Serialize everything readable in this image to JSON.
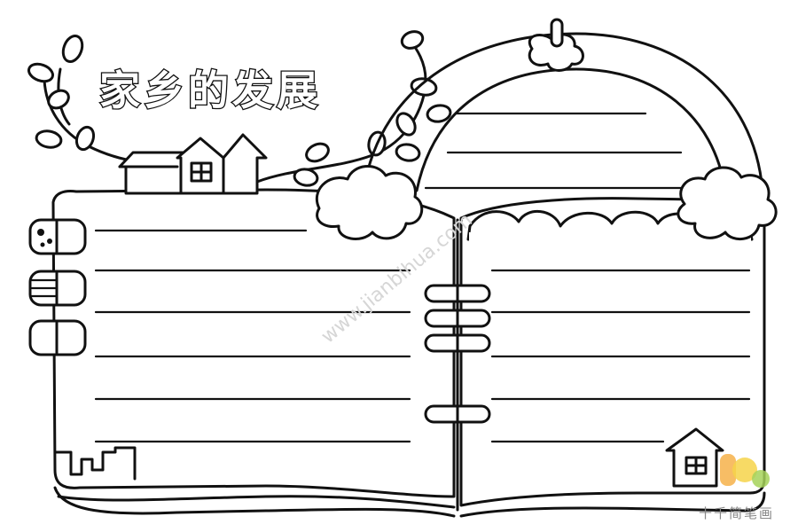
{
  "title": "家乡的发展",
  "watermark": "www.jianbihua.com",
  "logo": {
    "text": "十千简笔画"
  }
}
